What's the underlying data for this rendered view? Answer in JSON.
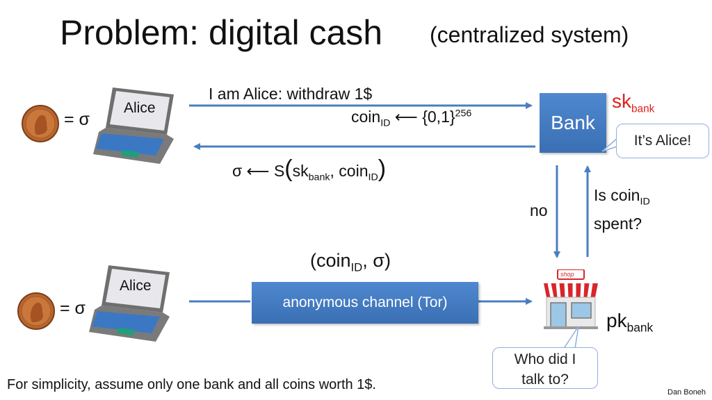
{
  "title": "Problem:  digital cash",
  "subtitle": "(centralized system)",
  "top": {
    "laptop_label": "Alice",
    "coin_eq": "= σ",
    "withdraw_msg": "I am Alice:   withdraw 1$",
    "coin_gen": {
      "prefix": "coin",
      "sub": "ID",
      "mid": " ⟵ {0,1}",
      "sup": "256"
    },
    "sig": {
      "prefix": "σ ⟵  S",
      "paren_open": "(",
      "sk": "sk",
      "sk_sub": "bank",
      "comma": ",  coin",
      "coin_sub": "ID",
      "paren_close": ")"
    }
  },
  "bank": {
    "label": "Bank",
    "sk": "sk",
    "sk_sub": "bank",
    "callout": "It’s Alice!"
  },
  "check": {
    "question_prefix": "Is coin",
    "question_sub": "ID",
    "question_suffix": "spent?",
    "answer": "no"
  },
  "bottom": {
    "laptop_label": "Alice",
    "coin_eq": "= σ",
    "pair": {
      "open": "(coin",
      "sub": "ID",
      "rest": ",  σ)"
    },
    "channel": "anonymous channel (Tor)"
  },
  "shop": {
    "sign": "shop",
    "pk": "pk",
    "pk_sub": "bank",
    "callout": "Who did I talk to?"
  },
  "footnote": "For simplicity, assume only one bank and all coins worth 1$.",
  "credit": "Dan Boneh",
  "colors": {
    "box": "#4a7ebf",
    "arrow": "#4a7ebf",
    "sk_red": "#e0201b"
  },
  "icons": [
    "laptop-icon",
    "penny-icon",
    "shop-icon"
  ]
}
